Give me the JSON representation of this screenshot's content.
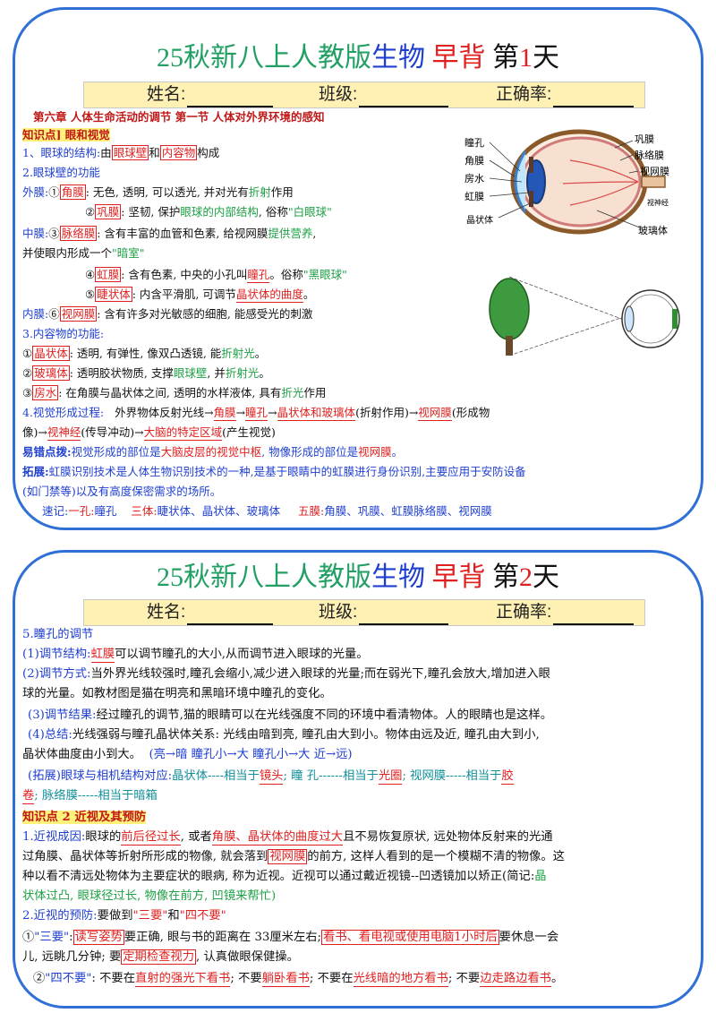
{
  "card1": {
    "title": {
      "p1": "25秋新八上人教版",
      "p2": "生物",
      "p3": "早背",
      "p4": "第",
      "p5": "1",
      "p6": "天"
    },
    "name_label": "姓名:",
    "class_label": "班级:",
    "score_label": "正确率:",
    "chapter": "第六章  人体生命活动的调节  第一节  人体对外界环境的感知",
    "kp_tag": "知识点] 眼和视觉",
    "s1": {
      "a": "1、眼球的结构:",
      "b": "由",
      "c": "眼球壁",
      "d": "和",
      "e": "内容物",
      "f": "构成"
    },
    "s2": "2.眼球壁的功能",
    "outer": {
      "label": "外膜:",
      "n1": "①",
      "k1": "角膜",
      "t1": ": 无色, 透明, 可以透光, 并对光有",
      "g1": "折射",
      "t1b": "作用",
      "n2": "②",
      "k2": "巩膜",
      "t2": ": 坚韧, 保护",
      "g2": "眼球的内部结构",
      "t2b": ", 俗称",
      "g2b": "\"白眼球\""
    },
    "middle": {
      "label": "中膜:",
      "n3": "③",
      "k3": "脉络膜",
      "t3": ": 含有丰富的血管和色素, 给视网膜",
      "g3": "提供营养",
      "t3b": ",",
      "t3c": "并使眼内形成一个",
      "g3c": "\"暗室\"",
      "n4": "④",
      "k4": "虹膜",
      "t4": ": 含有色素, 中央的小孔叫",
      "r4": "瞳孔",
      "t4b": "。俗称",
      "g4": "\"黑眼球\"",
      "n5": "⑤",
      "k5": "睫状体",
      "t5": ": 内含平滑肌, 可调节",
      "r5": "晶状体的曲度",
      "t5b": "。"
    },
    "inner": {
      "label": "内膜:",
      "n6": "⑥",
      "k6": "视网膜",
      "t6": ": 含有许多对光敏感的细胞, 能感受光的刺激"
    },
    "s3": "3.内容物的功能:",
    "c1": {
      "n": "①",
      "k": "晶状体",
      "t": ": 透明, 有弹性, 像双凸透镜, 能",
      "g": "折射光",
      "tb": "。"
    },
    "c2": {
      "n": "②",
      "k": "玻璃体",
      "t": ": 透明胶状物质, 支撑",
      "g": "眼球壁",
      "tb": ", 并",
      "g2": "折射光",
      "tc": "。"
    },
    "c3": {
      "n": "③",
      "k": "房水",
      "t": ": 在角膜与晶状体之间, 透明的水样液体, 具有",
      "g": "折光",
      "tb": "作用"
    },
    "s4": {
      "a": "4.视觉形成过程:",
      "b": "外界物体反射光线→",
      "c": "角膜",
      "d": "→",
      "e": "瞳孔",
      "f": "→",
      "g": "晶状体和玻璃体",
      "h": "(折射作用)→",
      "i": "视网膜",
      "j": "(形成物",
      "k": "像)→",
      "l": "视神经",
      "m": "(传导冲动)→",
      "n": "大脑的特定区域",
      "o": "(产生视觉)"
    },
    "mistake": {
      "a": "易错点拨:",
      "b": "视觉形成的部位是",
      "c": "大脑皮层的视觉中枢",
      "d": ", 物像形成的部位是",
      "e": "视网膜",
      "f": "。"
    },
    "ext": {
      "a": "拓展:",
      "b": "虹膜识别技术是人体生物识别技术的一种,是基于眼睛中的虹膜进行身份识别,主要应用于安防设备",
      "c": "(如门禁等)以及有高度保密需求的场所。"
    },
    "memo": {
      "a": "速记:",
      "b": "一孔:",
      "c": "瞳孔",
      "d": "三体:",
      "e": "睫状体、晶状体、玻璃体",
      "f": "五膜:",
      "g": "角膜、巩膜、虹膜脉络膜、视网膜"
    },
    "eye_labels": {
      "pupil": "瞳孔",
      "cornea": "角膜",
      "aqueous": "房水",
      "iris": "虹膜",
      "lens": "晶状体",
      "sclera": "巩膜",
      "choroid": "脉络膜",
      "retina": "视网膜",
      "nerve": "视神经",
      "vitreous": "玻璃体"
    }
  },
  "card2": {
    "title": {
      "p1": "25秋新八上人教版",
      "p2": "生物",
      "p3": "早背",
      "p4": "第",
      "p5": "2",
      "p6": "天"
    },
    "name_label": "姓名:",
    "class_label": "班级:",
    "score_label": "正确率:",
    "s5": "5.瞳孔的调节",
    "a1": {
      "n": "(1)调节结构:",
      "k": "虹膜",
      "t": "可以调节瞳孔的大小,从而调节进入眼球的光量。"
    },
    "a2": {
      "n": "(2)调节方式:",
      "t": "当外界光线较强时,瞳孔会缩小,减少进入眼球的光量;而在弱光下,瞳孔会放大,增加进入眼",
      "t2": "球的光量。如教材图是猫在明亮和黑暗环境中瞳孔的变化。"
    },
    "a3": {
      "n": "(3)调节结果:",
      "t": "经过瞳孔的调节,猫的眼睛可以在光线强度不同的环境中看清物体。人的眼睛也是这样。"
    },
    "a4": {
      "n": "(4)总结:",
      "t": "光线强弱与瞳孔晶状体关系: 光线由暗到亮, 瞳孔由大到小。物体由远及近, 瞳孔由大到小,",
      "t2": "晶状体曲度由小到大。",
      "p": "(亮→暗     瞳孔小→大        瞳孔小→大        近→远)"
    },
    "camera": {
      "a": "(拓展)眼球与相机结构对应:",
      "b": "晶状体----相当于",
      "c": "镜头",
      "d": "; 瞳 孔------相当于",
      "e": "光圈",
      "f": "; 视网膜-----相当于",
      "g": "胶",
      "h": "卷",
      "i": "; 脉络膜-----相当于暗箱"
    },
    "kp2": "知识点 2  近视及其预防",
    "m1": {
      "a": "1.近视成因:",
      "b": "眼球的",
      "c": "前后径过长",
      "d": ", 或者",
      "e": "角膜、晶状体的曲度过大",
      "f": "且不易恢复原状, 远处物体反射来的光通",
      "g": "过角膜、晶状体等折射所形成的物像, 就会落到",
      "h": "视网膜",
      "i": "的前方, 这样人看到的是一个模糊不清的物像。这",
      "j": "种以看不清远处物体为主要症状的眼病, 称为近视。近视可以通过戴近视镜--凹透镜加以矫正",
      "k": "(简记:",
      "l": "晶",
      "m": "状体过凸, 眼球径过长, 物像在前方, 凹镜来帮忙)"
    },
    "m2": {
      "a": "2.近视的预防:",
      "b": "要做到",
      "c": "\"三要\"",
      "d": "和",
      "e": "\"四不要\""
    },
    "m3": {
      "n": "①",
      "a": "\"三要\"",
      "b": ":",
      "c": "读写姿势",
      "d": "要正确, 眼与书的距离在 33厘米左右;",
      "e": "看书、看电视或使用电脑1小时后",
      "f": "要休息一会",
      "g": "儿, 远眺几分钟; 要",
      "h": "定期检查视力",
      "i": ", 认真做眼保健操。"
    },
    "m4": {
      "n": "②",
      "a": "\"四不要\"",
      "b": ": 不要在",
      "c": "直射的强光下看书",
      "d": "; 不要",
      "e": "躺卧看书",
      "f": "; 不要在",
      "g": "光线暗的地方看书",
      "h": "; 不要",
      "i": "边走路边看书",
      "j": "。"
    }
  }
}
